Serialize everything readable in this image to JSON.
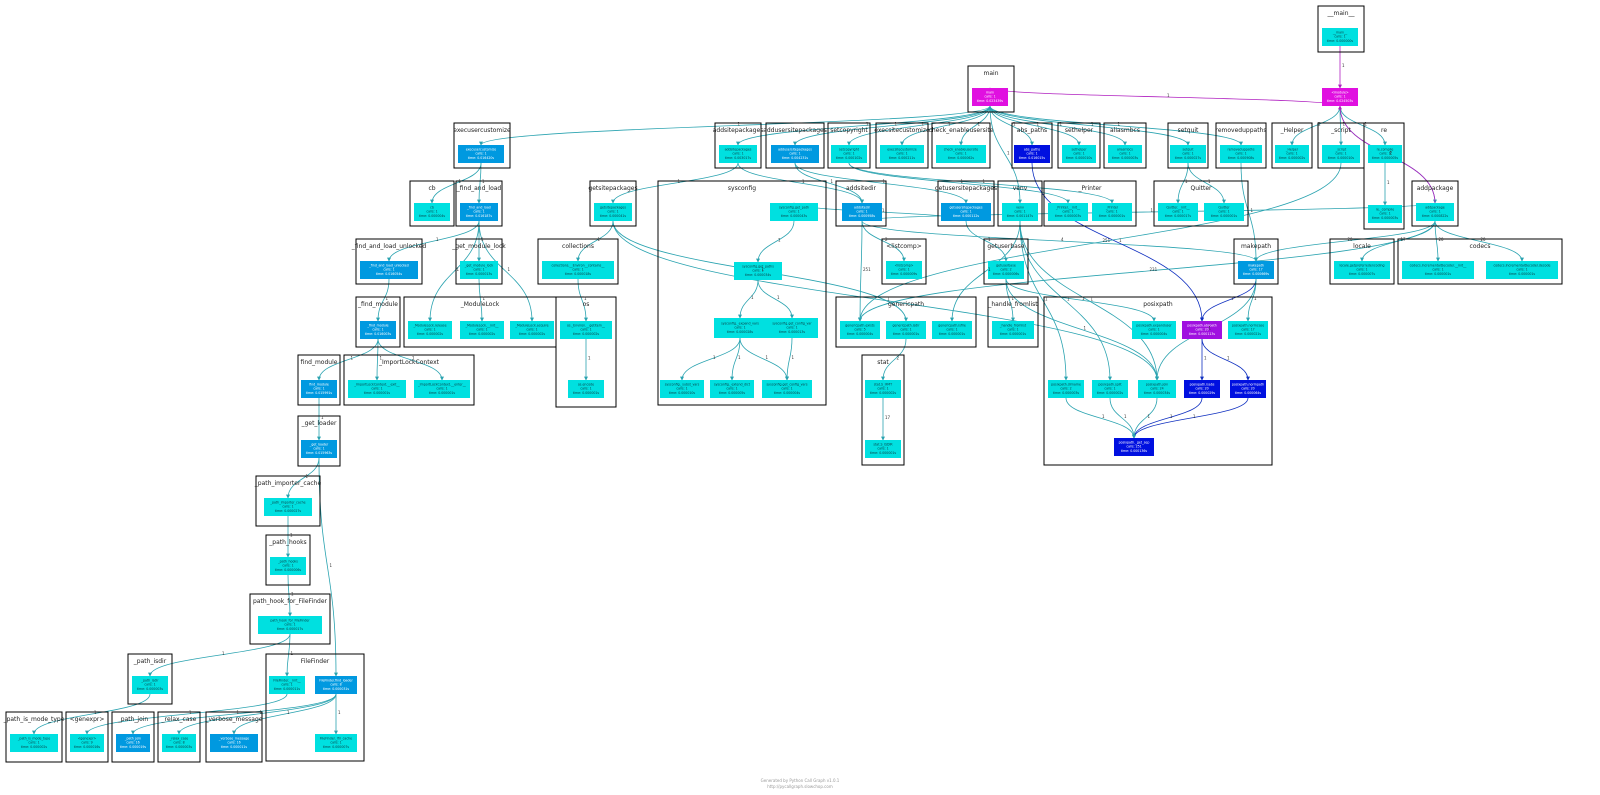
{
  "footer": {
    "line1": "Generated by Python Call Graph v1.0.1",
    "line2": "http://pycallgraph.slowchop.com"
  },
  "colors": {
    "low": "#00e0e0",
    "mid": "#0099e0",
    "high": "#0010e0",
    "hot": "#e010e0",
    "warm": "#a010e0",
    "edge": "#2aa3b0"
  },
  "clusters": [
    {
      "id": "main",
      "label": "__main__"
    },
    {
      "id": "mainmod",
      "label": "main"
    },
    {
      "id": "execusercustomize",
      "label": "execusercustomize"
    },
    {
      "id": "addsitepackages",
      "label": "addsitepackages"
    },
    {
      "id": "addusersitepackages",
      "label": "addusersitepackages"
    },
    {
      "id": "setcopyright",
      "label": "setcopyright"
    },
    {
      "id": "execsitecustomize",
      "label": "execsitecustomize"
    },
    {
      "id": "check_enableusersite",
      "label": "check_enableusersite"
    },
    {
      "id": "abs_paths",
      "label": "abs_paths"
    },
    {
      "id": "sethelper",
      "label": "sethelper"
    },
    {
      "id": "aliasmbcs",
      "label": "aliasmbcs"
    },
    {
      "id": "setquit",
      "label": "setquit"
    },
    {
      "id": "removeduppaths",
      "label": "removeduppaths"
    },
    {
      "id": "helper",
      "label": "_Helper"
    },
    {
      "id": "script",
      "label": "_script"
    },
    {
      "id": "re",
      "label": "re"
    },
    {
      "id": "cb",
      "label": "cb"
    },
    {
      "id": "find_and_load",
      "label": "_find_and_load"
    },
    {
      "id": "getsitepackages",
      "label": "getsitepackages"
    },
    {
      "id": "sysconfig",
      "label": "sysconfig"
    },
    {
      "id": "addsitedir",
      "label": "addsitedir"
    },
    {
      "id": "getusersitepackages",
      "label": "getusersitepackages"
    },
    {
      "id": "venv",
      "label": "venv"
    },
    {
      "id": "printer",
      "label": "_Printer"
    },
    {
      "id": "quitter",
      "label": "Quitter"
    },
    {
      "id": "addpackage",
      "label": "addpackage"
    },
    {
      "id": "fal_unlocked",
      "label": "_find_and_load_unlocked"
    },
    {
      "id": "get_module_lock",
      "label": "_get_module_lock"
    },
    {
      "id": "collections",
      "label": "collections"
    },
    {
      "id": "listcomp",
      "label": "<listcomp>"
    },
    {
      "id": "getuserbase",
      "label": "getuserbase"
    },
    {
      "id": "makepath",
      "label": "makepath"
    },
    {
      "id": "locale",
      "label": "locale"
    },
    {
      "id": "codecs",
      "label": "codecs"
    },
    {
      "id": "modulelock",
      "label": "_ModuleLock"
    },
    {
      "id": "os",
      "label": "os"
    },
    {
      "id": "genericpath",
      "label": "genericpath"
    },
    {
      "id": "handle_fromlist",
      "label": "_handle_fromlist"
    },
    {
      "id": "posixpath",
      "label": "posixpath"
    },
    {
      "id": "find_module",
      "label": "_find_module"
    },
    {
      "id": "find_module2",
      "label": "find_module"
    },
    {
      "id": "importlockcontext",
      "label": "_ImportLockContext"
    },
    {
      "id": "stat",
      "label": "stat"
    },
    {
      "id": "get_loader",
      "label": "_get_loader"
    },
    {
      "id": "path_importer_cache",
      "label": "_path_importer_cache"
    },
    {
      "id": "path_hooks",
      "label": "_path_hooks"
    },
    {
      "id": "path_hook_ff",
      "label": "path_hook_for_FileFinder"
    },
    {
      "id": "path_isdir",
      "label": "_path_isdir"
    },
    {
      "id": "filefinder",
      "label": "FileFinder"
    },
    {
      "id": "path_is_mode_type",
      "label": "_path_is_mode_type"
    },
    {
      "id": "genexpr",
      "label": "<genexpr>"
    },
    {
      "id": "path_join",
      "label": "_path_join"
    },
    {
      "id": "relax_case",
      "label": "_relax_case"
    },
    {
      "id": "verbose_message",
      "label": "_verbose_message"
    }
  ],
  "nodes": [
    {
      "id": "n_main",
      "lines": [
        "__main__",
        "calls: 1",
        "time: 0.000000s"
      ],
      "c": "low"
    },
    {
      "id": "n_module",
      "lines": [
        "<module>",
        "calls: 1",
        "time: 0.024503s"
      ],
      "c": "hot"
    },
    {
      "id": "n_mainfn",
      "lines": [
        "main",
        "calls: 1",
        "time: 0.023439s"
      ],
      "c": "hot"
    },
    {
      "id": "n_execusercust",
      "lines": [
        "execusercustomize",
        "calls: 1",
        "time: 0.016420s"
      ],
      "c": "mid"
    },
    {
      "id": "n_addsitepkgs",
      "lines": [
        "addsitepackages",
        "calls: 1",
        "time: 0.003017s"
      ],
      "c": "low"
    },
    {
      "id": "n_addusersitepkgs",
      "lines": [
        "addusersitepackages",
        "calls: 1",
        "time: 0.004231s"
      ],
      "c": "mid"
    },
    {
      "id": "n_setcopyright",
      "lines": [
        "setcopyright",
        "calls: 1",
        "time: 0.000102s"
      ],
      "c": "low"
    },
    {
      "id": "n_execsitecust",
      "lines": [
        "execsitecustomize",
        "calls: 1",
        "time: 0.000211s"
      ],
      "c": "low"
    },
    {
      "id": "n_checkenable",
      "lines": [
        "check_enableusersite",
        "calls: 1",
        "time: 0.000062s"
      ],
      "c": "low"
    },
    {
      "id": "n_abspaths",
      "lines": [
        "abs_paths",
        "calls: 1",
        "time: 0.016015s"
      ],
      "c": "high"
    },
    {
      "id": "n_sethelper",
      "lines": [
        "sethelper",
        "calls: 1",
        "time: 0.000010s"
      ],
      "c": "low"
    },
    {
      "id": "n_aliasmbcs",
      "lines": [
        "aliasmbcs",
        "calls: 1",
        "time: 0.000003s"
      ],
      "c": "low"
    },
    {
      "id": "n_setquit",
      "lines": [
        "setquit",
        "calls: 1",
        "time: 0.000027s"
      ],
      "c": "low"
    },
    {
      "id": "n_removedup",
      "lines": [
        "removeduppaths",
        "calls: 1",
        "time: 0.000908s"
      ],
      "c": "low"
    },
    {
      "id": "n_helper",
      "lines": [
        "_Helper",
        "calls: 1",
        "time: 0.000002s"
      ],
      "c": "low"
    },
    {
      "id": "n_script",
      "lines": [
        "_script",
        "calls: 1",
        "time: 0.000010s"
      ],
      "c": "low"
    },
    {
      "id": "n_re",
      "lines": [
        "re.compile",
        "calls: 1",
        "time: 0.000005s"
      ],
      "c": "low"
    },
    {
      "id": "n_re2",
      "lines": [
        "re._compile",
        "calls: 1",
        "time: 0.000003s"
      ],
      "c": "low"
    },
    {
      "id": "n_cb",
      "lines": [
        "cb",
        "calls: 1",
        "time: 0.000004s"
      ],
      "c": "low"
    },
    {
      "id": "n_fal",
      "lines": [
        "_find_and_load",
        "calls: 1",
        "time: 0.016187s"
      ],
      "c": "mid"
    },
    {
      "id": "n_getsitepkgs",
      "lines": [
        "getsitepackages",
        "calls: 1",
        "time: 0.000041s"
      ],
      "c": "low"
    },
    {
      "id": "n_getpath",
      "lines": [
        "sysconfig.get_path",
        "calls: 1",
        "time: 0.000043s"
      ],
      "c": "low"
    },
    {
      "id": "n_getpaths",
      "lines": [
        "sysconfig.get_paths",
        "calls: 1",
        "time: 0.000034s"
      ],
      "c": "low"
    },
    {
      "id": "n_expandvars",
      "lines": [
        "sysconfig._expand_vars",
        "calls: 1",
        "time: 0.000028s"
      ],
      "c": "low"
    },
    {
      "id": "n_getconfigvar",
      "lines": [
        "sysconfig.get_config_var",
        "calls: 1",
        "time: 0.000013s"
      ],
      "c": "low"
    },
    {
      "id": "n_subst",
      "lines": [
        "sysconfig._subst_vars",
        "calls: 1",
        "time: 0.000010s"
      ],
      "c": "low"
    },
    {
      "id": "n_extend",
      "lines": [
        "sysconfig._extend_dict",
        "calls: 1",
        "time: 0.000005s"
      ],
      "c": "low"
    },
    {
      "id": "n_getconfigvars",
      "lines": [
        "sysconfig.get_config_vars",
        "calls: 1",
        "time: 0.000004s"
      ],
      "c": "low"
    },
    {
      "id": "n_addsitedir",
      "lines": [
        "addsitedir",
        "calls: 1",
        "time: 0.000958s"
      ],
      "c": "mid"
    },
    {
      "id": "n_getusersitepkgs",
      "lines": [
        "getusersitepackages",
        "calls: 1",
        "time: 0.000112s"
      ],
      "c": "mid"
    },
    {
      "id": "n_venv",
      "lines": [
        "venv",
        "calls: 1",
        "time: 0.001147s"
      ],
      "c": "low"
    },
    {
      "id": "n_printer_init",
      "lines": [
        "_Printer.__init__",
        "calls: 1",
        "time: 0.000003s"
      ],
      "c": "low"
    },
    {
      "id": "n_printer",
      "lines": [
        "_Printer",
        "calls: 1",
        "time: 0.000001s"
      ],
      "c": "low"
    },
    {
      "id": "n_quitter_init",
      "lines": [
        "Quitter.__init__",
        "calls: 1",
        "time: 0.000017s"
      ],
      "c": "low"
    },
    {
      "id": "n_quitter",
      "lines": [
        "Quitter",
        "calls: 1",
        "time: 0.000001s"
      ],
      "c": "low"
    },
    {
      "id": "n_addpackage",
      "lines": [
        "addpackage",
        "calls: 1",
        "time: 0.000822s"
      ],
      "c": "low"
    },
    {
      "id": "n_falu",
      "lines": [
        "_find_and_load_unlocked",
        "calls: 1",
        "time: 0.016054s"
      ],
      "c": "mid"
    },
    {
      "id": "n_getmodlock",
      "lines": [
        "_get_module_lock",
        "calls: 1",
        "time: 0.000013s"
      ],
      "c": "low"
    },
    {
      "id": "n_collections",
      "lines": [
        "collections.__Environ__contains__",
        "calls: 1",
        "time: 0.000018s"
      ],
      "c": "low"
    },
    {
      "id": "n_listcomp",
      "lines": [
        "<listcomp>",
        "calls: 1",
        "time: 0.000009s"
      ],
      "c": "low"
    },
    {
      "id": "n_getuserbase",
      "lines": [
        "getuserbase",
        "calls: 2",
        "time: 0.000006s"
      ],
      "c": "low"
    },
    {
      "id": "n_makepath",
      "lines": [
        "makepath",
        "calls: 17",
        "time: 0.000669s"
      ],
      "c": "mid"
    },
    {
      "id": "n_locale",
      "lines": [
        "locale.getpreferredencoding",
        "calls: 1",
        "time: 0.000007s"
      ],
      "c": "low"
    },
    {
      "id": "n_codecs1",
      "lines": [
        "codecs.IncrementalDecoder.__init__",
        "calls: 1",
        "time: 0.000001s"
      ],
      "c": "low"
    },
    {
      "id": "n_codecs2",
      "lines": [
        "codecs.IncrementalDecoder.decode",
        "calls: 1",
        "time: 0.000001s"
      ],
      "c": "low"
    },
    {
      "id": "n_ml_release",
      "lines": [
        "_ModuleLock.release",
        "calls: 1",
        "time: 0.000002s"
      ],
      "c": "low"
    },
    {
      "id": "n_ml_init",
      "lines": [
        "_ModuleLock.__init__",
        "calls: 1",
        "time: 0.000002s"
      ],
      "c": "low"
    },
    {
      "id": "n_ml_acquire",
      "lines": [
        "_ModuleLock.acquire",
        "calls: 1",
        "time: 0.000002s"
      ],
      "c": "low"
    },
    {
      "id": "n_os_environ",
      "lines": [
        "os._Environ.__getitem__",
        "calls: 1",
        "time: 0.000002s"
      ],
      "c": "low"
    },
    {
      "id": "n_os_encode",
      "lines": [
        "os.encode",
        "calls: 1",
        "time: 0.000001s"
      ],
      "c": "low"
    },
    {
      "id": "n_gp_exists",
      "lines": [
        "genericpath.exists",
        "calls: 5",
        "time: 0.000004s"
      ],
      "c": "low"
    },
    {
      "id": "n_gp_isdir",
      "lines": [
        "genericpath.isdir",
        "calls: 1",
        "time: 0.000001s"
      ],
      "c": "low"
    },
    {
      "id": "n_gp_isfile",
      "lines": [
        "genericpath.isfile",
        "calls: 1",
        "time: 0.000001s"
      ],
      "c": "low"
    },
    {
      "id": "n_handle_fromlist",
      "lines": [
        "_handle_fromlist",
        "calls: 1",
        "time: 0.000001s"
      ],
      "c": "low"
    },
    {
      "id": "n_pp_expanduser",
      "lines": [
        "posixpath.expanduser",
        "calls: 1",
        "time: 0.000004s"
      ],
      "c": "low"
    },
    {
      "id": "n_pp_abspath",
      "lines": [
        "posixpath.abspath",
        "calls: 20",
        "time: 0.000113s"
      ],
      "c": "warm"
    },
    {
      "id": "n_pp_normcase",
      "lines": [
        "posixpath.normcase",
        "calls: 17",
        "time: 0.000021s"
      ],
      "c": "low"
    },
    {
      "id": "n_pp_isabs",
      "lines": [
        "posixpath.isabs",
        "calls: 20",
        "time: 0.000029s"
      ],
      "c": "high"
    },
    {
      "id": "n_pp_normpath",
      "lines": [
        "posixpath.normpath",
        "calls: 20",
        "time: 0.000064s"
      ],
      "c": "high"
    },
    {
      "id": "n_pp_dirname",
      "lines": [
        "posixpath.dirname",
        "calls: 2",
        "time: 0.000003s"
      ],
      "c": "low"
    },
    {
      "id": "n_pp_split",
      "lines": [
        "posixpath.split",
        "calls: 1",
        "time: 0.000002s"
      ],
      "c": "low"
    },
    {
      "id": "n_pp_join",
      "lines": [
        "posixpath.join",
        "calls: 24",
        "time: 0.000034s"
      ],
      "c": "low"
    },
    {
      "id": "n_pp_getsep",
      "lines": [
        "posixpath._get_sep",
        "calls: 251",
        "time: 0.000136s"
      ],
      "c": "high"
    },
    {
      "id": "n_find_module",
      "lines": [
        "_find_module",
        "calls: 1",
        "time: 0.016003s"
      ],
      "c": "mid"
    },
    {
      "id": "n_find_module2",
      "lines": [
        "find_module",
        "calls: 1",
        "time: 0.015991s"
      ],
      "c": "mid"
    },
    {
      "id": "n_ilc_exit",
      "lines": [
        "_ImportLockContext.__exit__",
        "calls: 1",
        "time: 0.000001s"
      ],
      "c": "low"
    },
    {
      "id": "n_ilc_enter",
      "lines": [
        "_ImportLockContext.__enter__",
        "calls: 1",
        "time: 0.000001s"
      ],
      "c": "low"
    },
    {
      "id": "n_stat_mode",
      "lines": [
        "stat.S_IFMT",
        "calls: 1",
        "time: 0.000002s"
      ],
      "c": "low"
    },
    {
      "id": "n_stat_isdir",
      "lines": [
        "stat.S_ISDIR",
        "calls: 1",
        "time: 0.000001s"
      ],
      "c": "low"
    },
    {
      "id": "n_get_loader",
      "lines": [
        "_get_loader",
        "calls: 1",
        "time: 0.015963s"
      ],
      "c": "mid"
    },
    {
      "id": "n_pic",
      "lines": [
        "_path_importer_cache",
        "calls: 1",
        "time: 0.000027s"
      ],
      "c": "low"
    },
    {
      "id": "n_path_hooks",
      "lines": [
        "_path_hooks",
        "calls: 1",
        "time: 0.000006s"
      ],
      "c": "low"
    },
    {
      "id": "n_phff",
      "lines": [
        "path_hook_for_FileFinder",
        "calls: 1",
        "time: 0.000017s"
      ],
      "c": "low"
    },
    {
      "id": "n_path_isdir",
      "lines": [
        "_path_isdir",
        "calls: 1",
        "time: 0.000003s"
      ],
      "c": "low"
    },
    {
      "id": "n_ff_init",
      "lines": [
        "FileFinder.__init__",
        "calls: 1",
        "time: 0.000011s"
      ],
      "c": "low"
    },
    {
      "id": "n_ff_findloader",
      "lines": [
        "FileFinder.find_loader",
        "calls: 8",
        "time: 0.000031s"
      ],
      "c": "mid"
    },
    {
      "id": "n_ff_fillcache",
      "lines": [
        "FileFinder._fill_cache",
        "calls: 1",
        "time: 0.000007s"
      ],
      "c": "low"
    },
    {
      "id": "n_path_is_mode_type",
      "lines": [
        "_path_is_mode_type",
        "calls: 1",
        "time: 0.000002s"
      ],
      "c": "low"
    },
    {
      "id": "n_genexpr",
      "lines": [
        "<genexpr>",
        "calls: 9",
        "time: 0.000016s"
      ],
      "c": "low"
    },
    {
      "id": "n_path_join",
      "lines": [
        "_path_join",
        "calls: 16",
        "time: 0.000019s"
      ],
      "c": "mid"
    },
    {
      "id": "n_relax_case",
      "lines": [
        "_relax_case",
        "calls: 8",
        "time: 0.000003s"
      ],
      "c": "low"
    },
    {
      "id": "n_verbose_message",
      "lines": [
        "_verbose_message",
        "calls: 16",
        "time: 0.000011s"
      ],
      "c": "mid"
    }
  ],
  "edge_labels": [
    "1",
    "1",
    "1",
    "1",
    "1",
    "1",
    "1",
    "1",
    "1",
    "1",
    "1",
    "1",
    "1",
    "1",
    "1",
    "1",
    "1",
    "1",
    "2",
    "1",
    "1",
    "1",
    "1",
    "1",
    "1",
    "1",
    "1",
    "1",
    "1",
    "1",
    "1",
    "1",
    "1",
    "1",
    "1",
    "2",
    "4",
    "1",
    "1",
    "1",
    "1",
    "1",
    "1",
    "1",
    "1",
    "1",
    "1",
    "1",
    "1",
    "1",
    "1",
    "1",
    "1",
    "1",
    "1",
    "1",
    "1",
    "1",
    "1",
    "1",
    "1",
    "1",
    "1",
    "1",
    "1",
    "1",
    "1",
    "1",
    "1",
    "1",
    "1",
    "1",
    "1",
    "1",
    "1",
    "1",
    "1",
    "1",
    "1",
    "1",
    "1",
    "1",
    "1",
    "1",
    "1",
    "1",
    "1",
    "1",
    "2",
    "17",
    "17",
    "20",
    "20",
    "20",
    "231",
    "251",
    "251",
    "24",
    "20",
    "2",
    "1",
    "4",
    "6",
    "16",
    "8",
    "16",
    "1",
    "8",
    "8",
    "9",
    "8"
  ]
}
